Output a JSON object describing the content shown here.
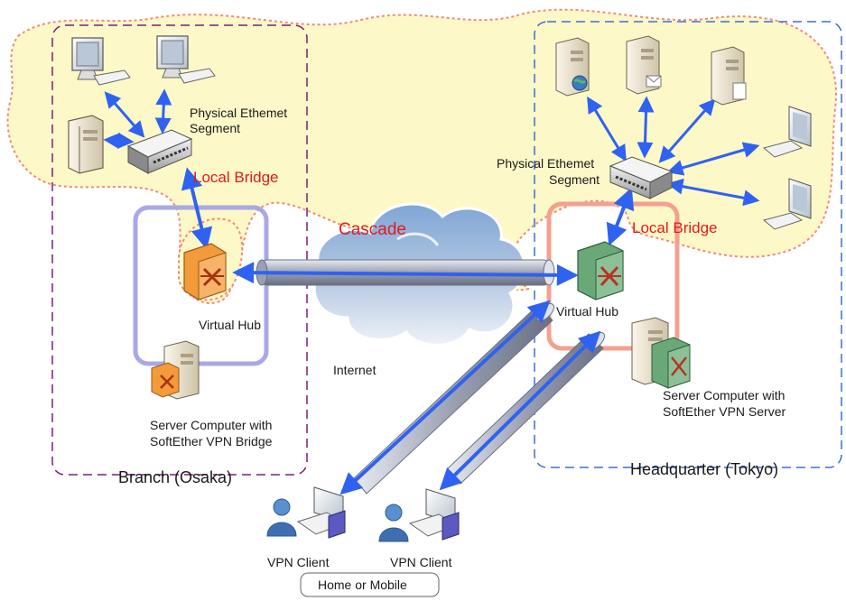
{
  "labels": {
    "physical_segment_left_1": "Physical Ethemet",
    "physical_segment_left_2": "Segment",
    "local_bridge_left": "Local Bridge",
    "cascade": "Cascade",
    "virtual_hub_left": "Virtual Hub",
    "internet": "Internet",
    "server_bridge_1": "Server Computer with",
    "server_bridge_2": "SoftEther VPN Bridge",
    "branch": "Branch (Osaka)",
    "physical_segment_right_1": "Physical Ethemet",
    "physical_segment_right_2": "Segment",
    "local_bridge_right": "Local Bridge",
    "virtual_hub_right": "Virtual Hub",
    "server_vpn_1": "Server Computer with",
    "server_vpn_2": "SoftEther VPN Server",
    "headquarter": "Headquarter (Tokyo)",
    "vpn_client_1": "VPN Client",
    "vpn_client_2": "VPN Client",
    "home_or_mobile": "Home or Mobile"
  },
  "colors": {
    "ethernet_region_fill": "#fdf8c8",
    "ethernet_region_stroke": "#f08a7a",
    "branch_border": "#7a1f7a",
    "headquarter_border": "#3b6fd6",
    "local_bridge_text": "#e21b1b",
    "link_blue": "#2f62f0",
    "vhub_left_box": "#a8a8e8",
    "vhub_right_box": "#f4a090",
    "vhub_orange": "#f39a3a",
    "vhub_green": "#6aa878"
  }
}
